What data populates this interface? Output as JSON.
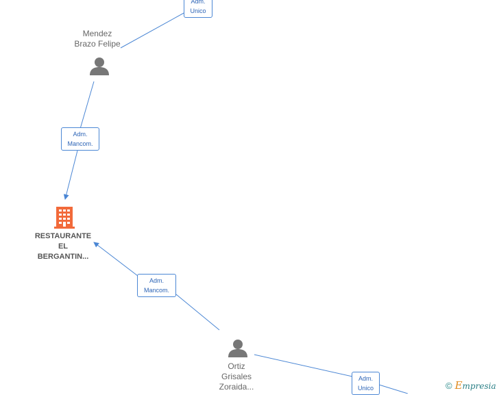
{
  "nodes": {
    "mendez": {
      "name_line1": "Mendez",
      "name_line2": "Brazo Felipe",
      "icon": "person-icon"
    },
    "company": {
      "name_line1": "RESTAURANTE",
      "name_line2": "EL",
      "name_line3": "BERGANTIN...",
      "icon": "building-icon",
      "color": "#f26a3a"
    },
    "ortiz": {
      "name_line1": "Ortiz",
      "name_line2": "Grisales",
      "name_line3": "Zoraida...",
      "icon": "person-icon"
    }
  },
  "relations": {
    "top_adm_unico": {
      "line1": "Adm.",
      "line2": "Unico"
    },
    "mendez_company": {
      "line1": "Adm.",
      "line2": "Mancom."
    },
    "ortiz_company": {
      "line1": "Adm.",
      "line2": "Mancom."
    },
    "bottom_adm_unico": {
      "line1": "Adm.",
      "line2": "Unico"
    }
  },
  "watermark": {
    "symbol": "©",
    "brand_initial": "E",
    "brand_rest": "mpresia"
  },
  "colors": {
    "edge": "#4a86d4",
    "person": "#777777",
    "company": "#f26a3a"
  }
}
